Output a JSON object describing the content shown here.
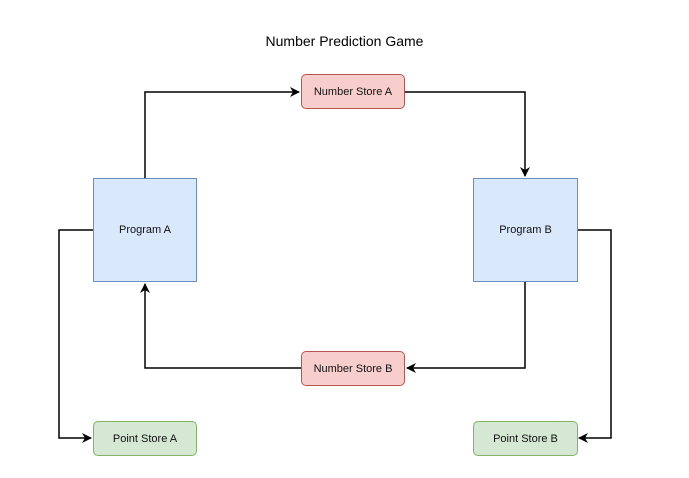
{
  "title": "Number Prediction Game",
  "nodes": {
    "program_a": "Program A",
    "program_b": "Program B",
    "number_store_a": "Number Store A",
    "number_store_b": "Number Store B",
    "point_store_a": "Point Store A",
    "point_store_b": "Point Store B"
  },
  "colors": {
    "program_fill": "#dae8fc",
    "program_border": "#6c8ebf",
    "number_store_fill": "#f8cecc",
    "number_store_border": "#b85450",
    "point_store_fill": "#d5e8d4",
    "point_store_border": "#82b366",
    "edge": "#000000"
  }
}
